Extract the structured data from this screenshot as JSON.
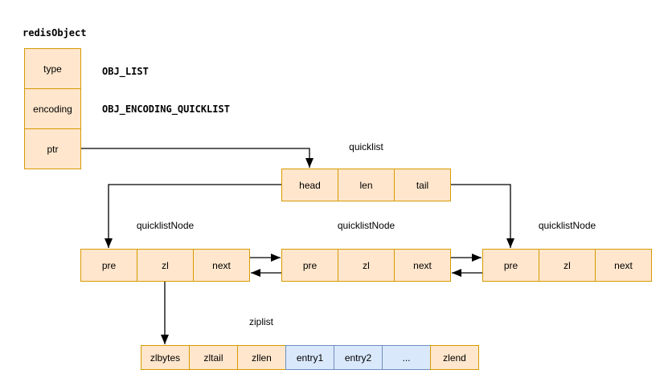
{
  "colors": {
    "background": "#ffffff",
    "struct_fill": "#ffe6cc",
    "struct_border": "#d79b00",
    "entry_fill": "#dae8fc",
    "entry_border": "#6c8ebf",
    "line": "#000000"
  },
  "redis_object": {
    "title": "redisObject",
    "cells": [
      "type",
      "encoding",
      "ptr"
    ]
  },
  "annotations": {
    "obj_list": "OBJ_LIST",
    "obj_encoding_quicklist": "OBJ_ENCODING_QUICKLIST"
  },
  "quicklist": {
    "title": "quicklist",
    "cells": [
      "head",
      "len",
      "tail"
    ]
  },
  "quicklist_nodes": [
    {
      "title": "quicklistNode",
      "cells": [
        "pre",
        "zl",
        "next"
      ]
    },
    {
      "title": "quicklistNode",
      "cells": [
        "pre",
        "zl",
        "next"
      ]
    },
    {
      "title": "quicklistNode",
      "cells": [
        "pre",
        "zl",
        "next"
      ]
    }
  ],
  "ziplist": {
    "title": "ziplist",
    "cells": [
      {
        "label": "zlbytes",
        "style": "orange"
      },
      {
        "label": "zltail",
        "style": "orange"
      },
      {
        "label": "zllen",
        "style": "orange"
      },
      {
        "label": "entry1",
        "style": "blue"
      },
      {
        "label": "entry2",
        "style": "blue"
      },
      {
        "label": "...",
        "style": "blue"
      },
      {
        "label": "zlend",
        "style": "orange"
      }
    ]
  }
}
